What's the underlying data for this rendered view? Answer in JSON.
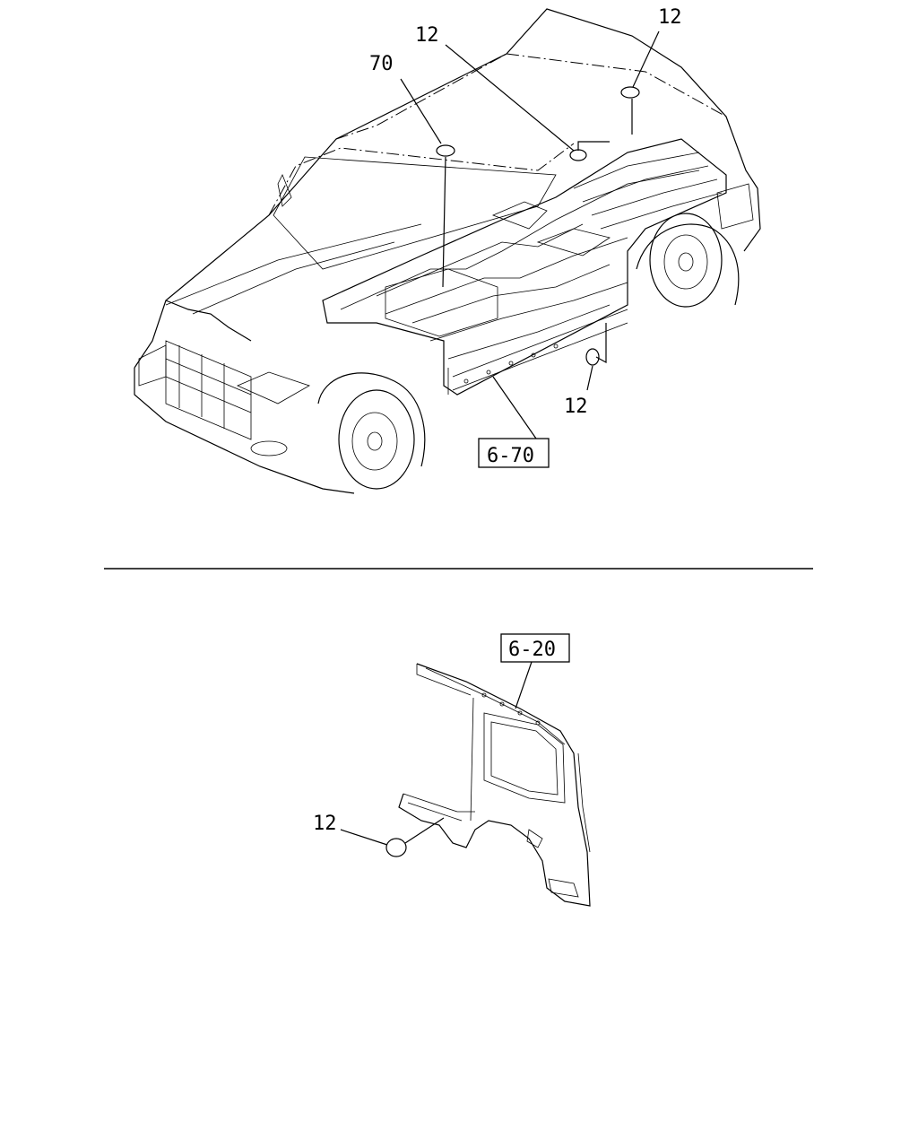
{
  "callouts": {
    "top_left_12": "12",
    "top_right_12": "12",
    "top_70": "70",
    "bottom_mid_12": "12",
    "lower_12": "12"
  },
  "references": {
    "floor_ref": "6-70",
    "side_ref": "6-20"
  },
  "colors": {
    "ink": "#000000",
    "paper": "#ffffff"
  }
}
